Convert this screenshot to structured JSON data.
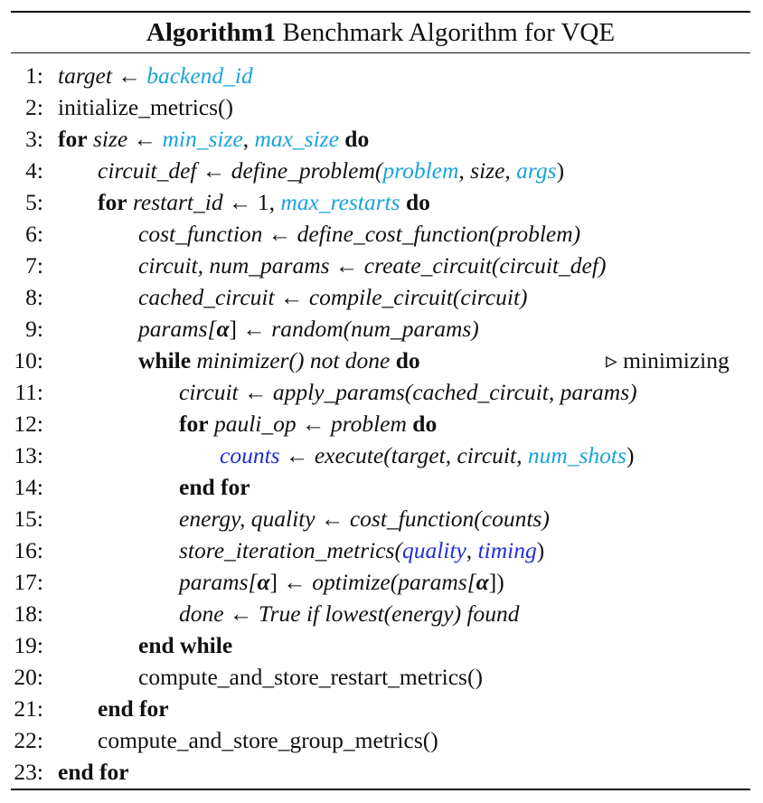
{
  "title": {
    "label": "Algorithm1",
    "text": "Benchmark Algorithm for VQE"
  },
  "lines": [
    {
      "num": "1:"
    },
    {
      "num": "2:"
    },
    {
      "num": "3:"
    },
    {
      "num": "4:"
    },
    {
      "num": "5:"
    },
    {
      "num": "6:"
    },
    {
      "num": "7:"
    },
    {
      "num": "8:"
    },
    {
      "num": "9:"
    },
    {
      "num": "10:"
    },
    {
      "num": "11:"
    },
    {
      "num": "12:"
    },
    {
      "num": "13:"
    },
    {
      "num": "14:"
    },
    {
      "num": "15:"
    },
    {
      "num": "16:"
    },
    {
      "num": "17:"
    },
    {
      "num": "18:"
    },
    {
      "num": "19:"
    },
    {
      "num": "20:"
    },
    {
      "num": "21:"
    },
    {
      "num": "22:"
    },
    {
      "num": "23:"
    }
  ],
  "text": {
    "l1a": "target",
    "arrow": "←",
    "l1b": "backend_id",
    "l2": "initialize_metrics()",
    "for": "for",
    "do": "do",
    "l3a": "size",
    "l3b": "min_size",
    "comma": ",",
    "l3c": "max_size",
    "l4a": "circuit_def",
    "l4b": "define_problem(",
    "l4c": "problem",
    "l4d": ", size, ",
    "l4e": "args",
    "l4f": ")",
    "l5a": "restart_id",
    "l5b": " 1, ",
    "l5c": "max_restarts",
    "l6a": "cost_function",
    "l6b": "define_cost_function(problem)",
    "l7a": "circuit, num_params",
    "l7b": "create_circuit(circuit_def)",
    "l8a": "cached_circuit",
    "l8b": "compile_circuit(circuit)",
    "l9a": "params[",
    "alpha": "α",
    "l9b": "]",
    "l9c": "random(num_params)",
    "while": "while",
    "l10a": "minimizer() not done",
    "comment10": "▹ minimizing",
    "l11a": "circuit",
    "l11b": "apply_params(cached_circuit, params)",
    "l12a": "pauli_op",
    "l12b": "problem",
    "l13a": "counts",
    "l13b": "execute(target, circuit, ",
    "l13c": "num_shots",
    "l13d": ")",
    "endfor": "end for",
    "endwhile": "end while",
    "l15a": "energy, quality",
    "l15b": "cost_function(counts)",
    "l16a": "store_iteration_metrics(",
    "l16b": "quality",
    "l16c": ", ",
    "l16d": "timing",
    "l16e": ")",
    "l17a": "params[",
    "l17b": "]",
    "l17c": "optimize(params[",
    "l17d": "])",
    "l18a": "done",
    "l18b": "True if lowest(energy) found",
    "l20": "compute_and_store_restart_metrics()",
    "l22": "compute_and_store_group_metrics()"
  }
}
